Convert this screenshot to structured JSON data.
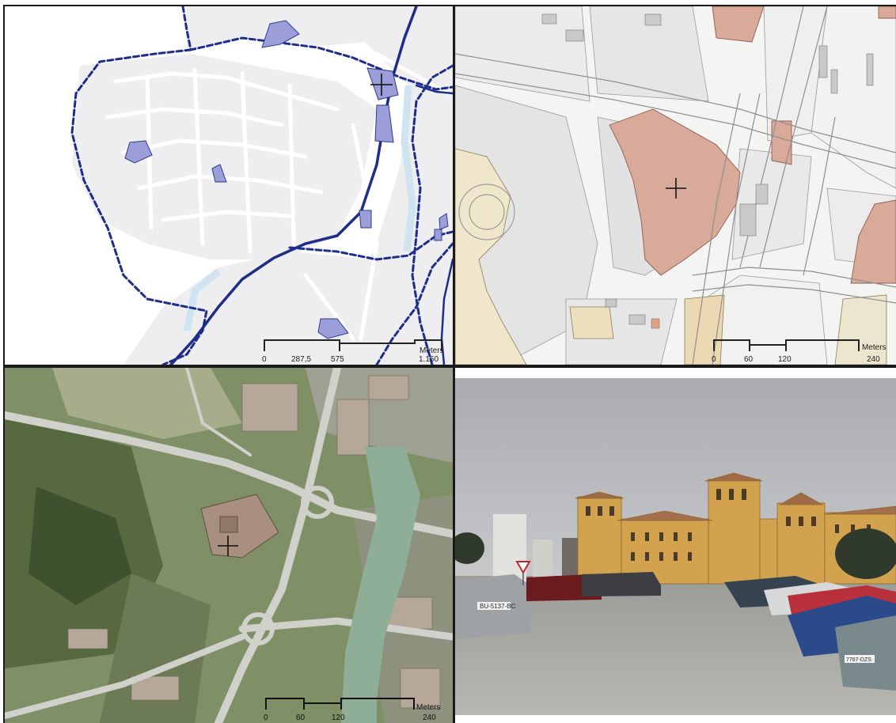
{
  "panels": {
    "overview_map": {
      "scalebar": {
        "ticks": [
          "0",
          "287,5",
          "575",
          "1.150"
        ],
        "unit": "Meters"
      },
      "feature_color": "#9b9ed8",
      "boundary_color": "#1f2d8a"
    },
    "cadastral_map": {
      "scalebar": {
        "ticks": [
          "0",
          "60",
          "120",
          "240"
        ],
        "unit": "Meters"
      },
      "highlight_color": "#d9a99a"
    },
    "aerial_photo": {
      "scalebar": {
        "ticks": [
          "0",
          "60",
          "120",
          "240"
        ],
        "unit": "Meters"
      },
      "river_color": "#8fae98"
    },
    "street_photo": {
      "plates": [
        "BU-5137-BC",
        "7767-DZS"
      ]
    }
  }
}
